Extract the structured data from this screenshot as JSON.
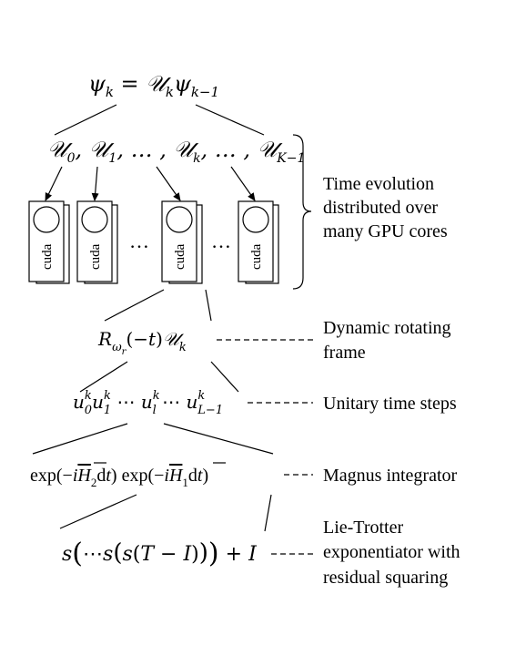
{
  "top_equation": "ψ_k = U_k ψ_{k−1}",
  "operator_list": "U_0, U_1, …, U_k, …, U_{K−1}",
  "gpu_label": "cuda",
  "ellipsis": "…",
  "annotations": {
    "time_evolution": [
      "Time evolution",
      "distributed over",
      "many GPU cores"
    ],
    "rotating_frame": [
      "Dynamic rotating",
      "frame"
    ],
    "unitary_steps": [
      "Unitary time steps"
    ],
    "magnus": [
      "Magnus integrator"
    ],
    "lie_trotter": [
      "Lie-Trotter",
      "exponentiator with",
      "residual squaring"
    ]
  },
  "levels": {
    "rotating_frame_expr": "R_{ω_r}(−t) U_k",
    "unitary_steps_expr": "u_0^k u_1^k ⋯ u_l^k ⋯ u_{L−1}^k",
    "magnus_expr": "exp(−iH̄₂dt) exp(−iH̄₁dt)",
    "lie_trotter_expr": "s(⋯s(s(T − I))) + I"
  }
}
